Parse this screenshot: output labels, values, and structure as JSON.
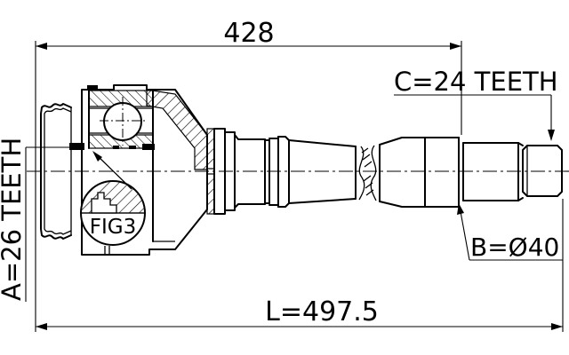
{
  "colors": {
    "ink": "#000000",
    "paper": "#ffffff"
  },
  "labels": {
    "dim_top": "428",
    "teeth_right": "C=24 TEETH",
    "teeth_left": "A=26 TEETH",
    "diameter_b": "B=Ø40",
    "length_total": "L=497.5",
    "detail_ref": "FIG3"
  }
}
